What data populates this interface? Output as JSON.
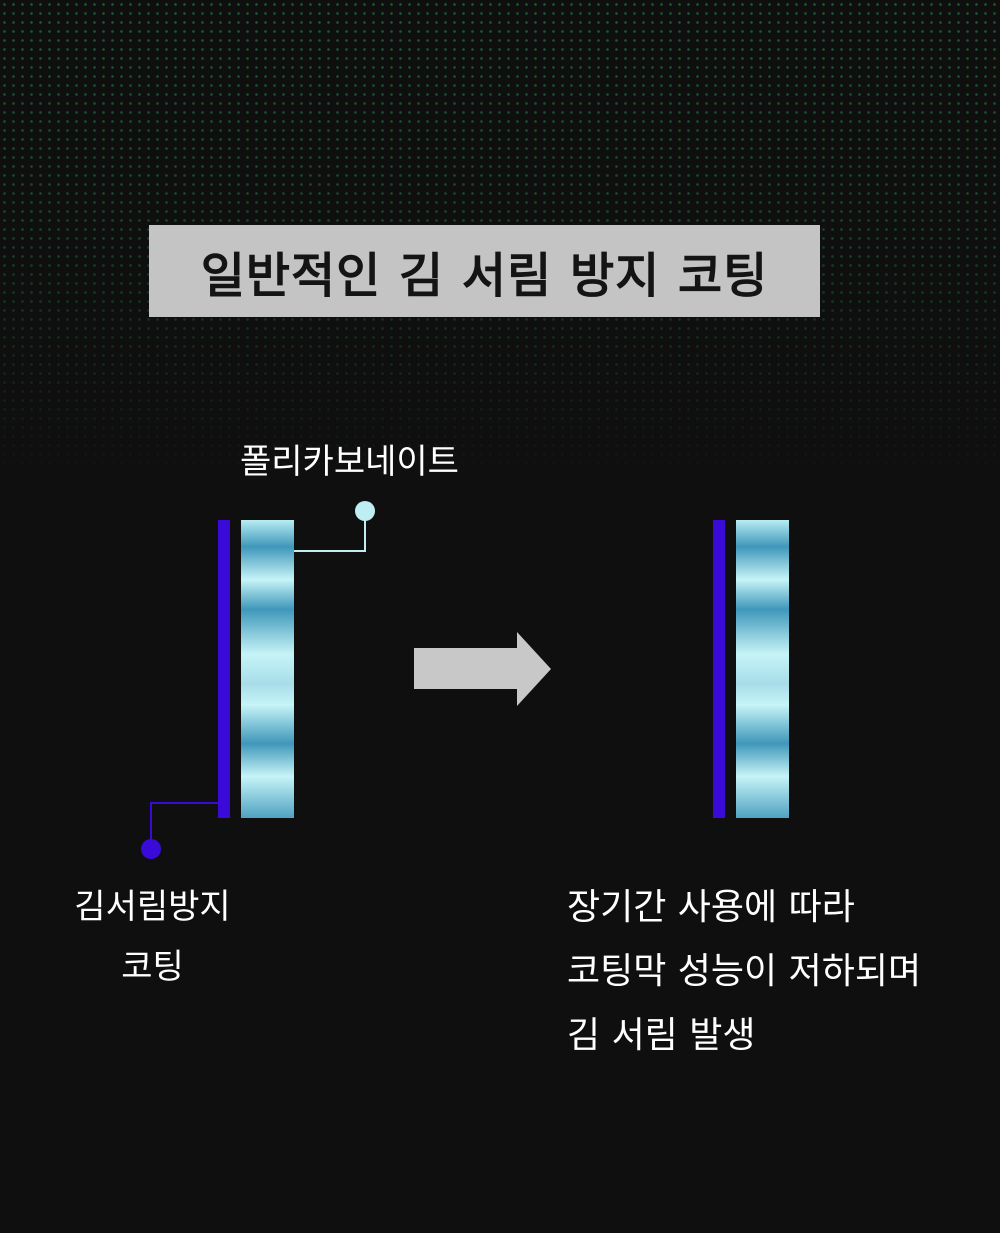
{
  "title": "일반적인 김 서림 방지 코팅",
  "labels": {
    "polycarbonate": "폴리카보네이트",
    "coating": [
      "김서림방지",
      "코팅"
    ]
  },
  "result_lines": [
    "장기간 사용에 따라",
    "코팅막 성능이 저하되며",
    "김 서림 발생"
  ],
  "colors": {
    "background": "#0f0f0f",
    "coating": "#3a0ad8",
    "polycarbonate_light": "#bff3f6",
    "polycarbonate_dark": "#3f97ba",
    "pointer_polycarbonate": "#bfeef2",
    "arrow": "#c8c8c8",
    "title_box": "#c4c4c4"
  }
}
